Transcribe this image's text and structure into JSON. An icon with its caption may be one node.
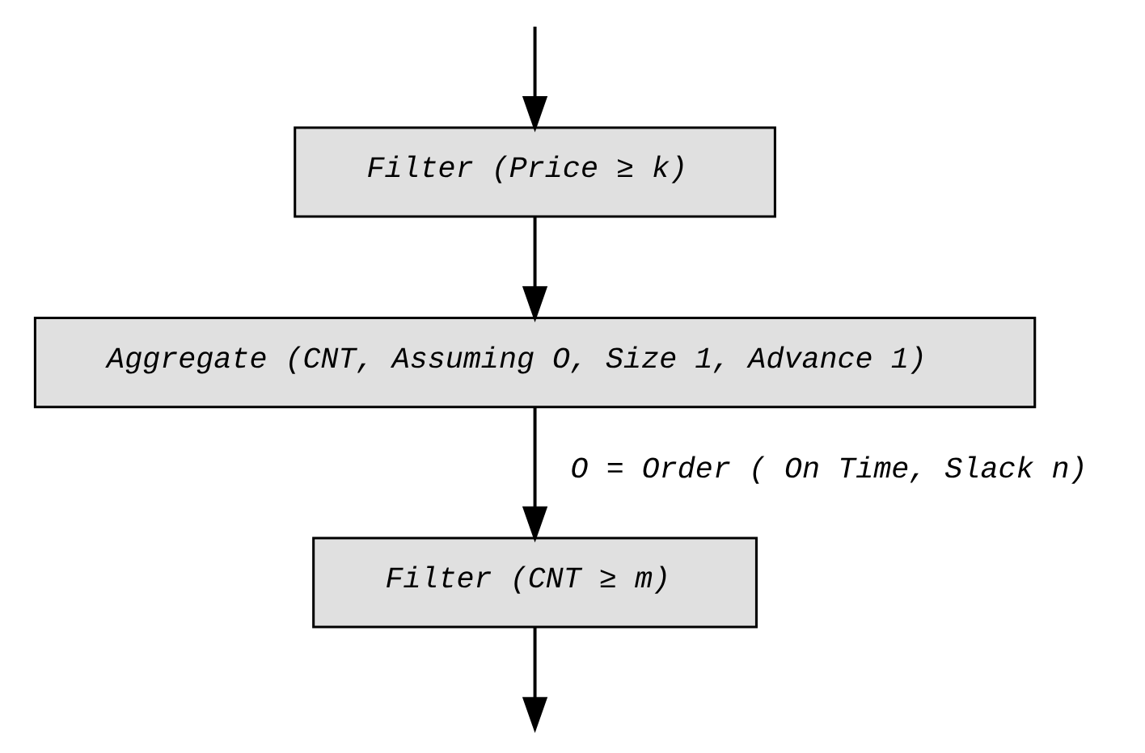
{
  "diagram": {
    "nodes": [
      {
        "text": [
          "Filter (Price ≥ k)"
        ]
      },
      {
        "text": [
          "Aggregate (CNT, Assuming O, Size 1, Advance 1)"
        ]
      },
      {
        "text": [
          "Filter (CNT ≥ m)"
        ]
      }
    ],
    "edges": [
      {
        "from": null,
        "to": 0,
        "arrow": "to"
      },
      {
        "from": 0,
        "to": 1,
        "arrow": "to"
      },
      {
        "from": 1,
        "to": 2,
        "arrow": "to",
        "label": "O = Order ( On Time, Slack n)"
      },
      {
        "from": 2,
        "to": null,
        "arrow": "to"
      }
    ]
  }
}
